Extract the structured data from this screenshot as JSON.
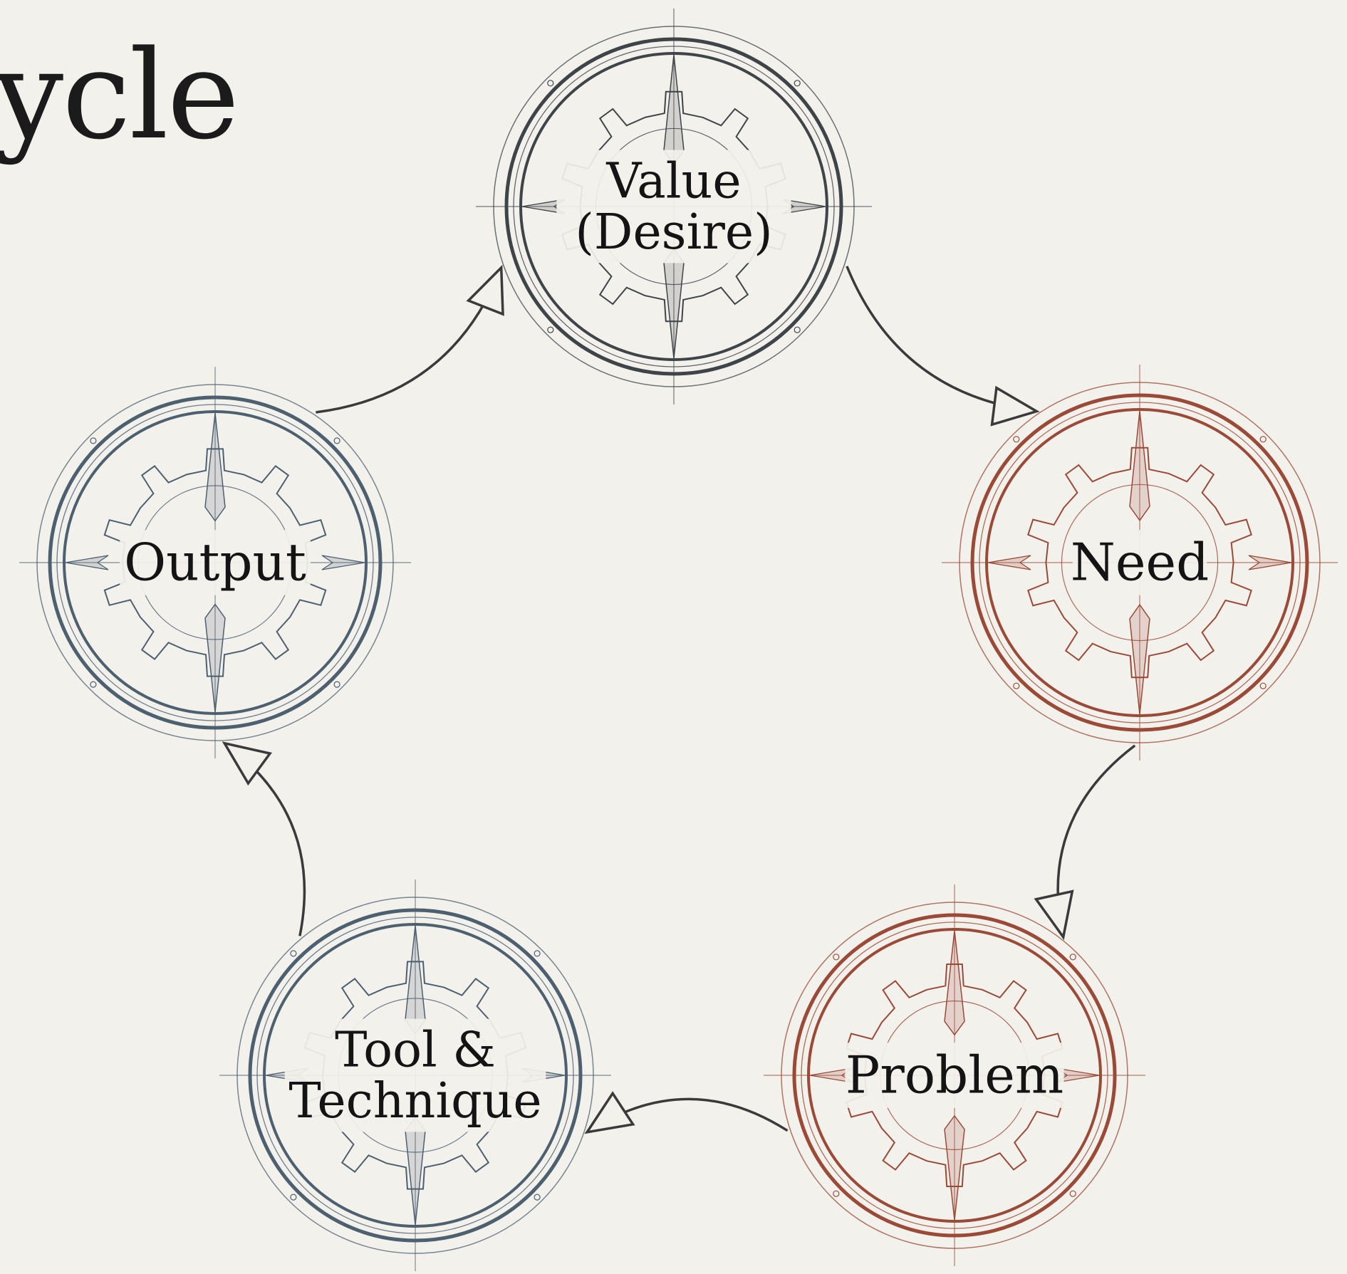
{
  "title": "ycle",
  "colors": {
    "background": "#f3f1ec",
    "dark": "#3f4448",
    "slate": "#4d6070",
    "rust": "#9a4a37",
    "arrow": "#3a3a3a"
  },
  "nodes": [
    {
      "id": "value",
      "lines": [
        "Value",
        "(Desire)"
      ],
      "tone": "dark"
    },
    {
      "id": "need",
      "lines": [
        "Need"
      ],
      "tone": "rust"
    },
    {
      "id": "problem",
      "lines": [
        "Problem"
      ],
      "tone": "rust"
    },
    {
      "id": "tool",
      "lines": [
        "Tool &",
        "Technique"
      ],
      "tone": "slate"
    },
    {
      "id": "output",
      "lines": [
        "Output"
      ],
      "tone": "slate"
    }
  ],
  "edges": [
    {
      "from": "value",
      "to": "need"
    },
    {
      "from": "need",
      "to": "problem"
    },
    {
      "from": "problem",
      "to": "tool"
    },
    {
      "from": "tool",
      "to": "output"
    },
    {
      "from": "output",
      "to": "value"
    }
  ]
}
